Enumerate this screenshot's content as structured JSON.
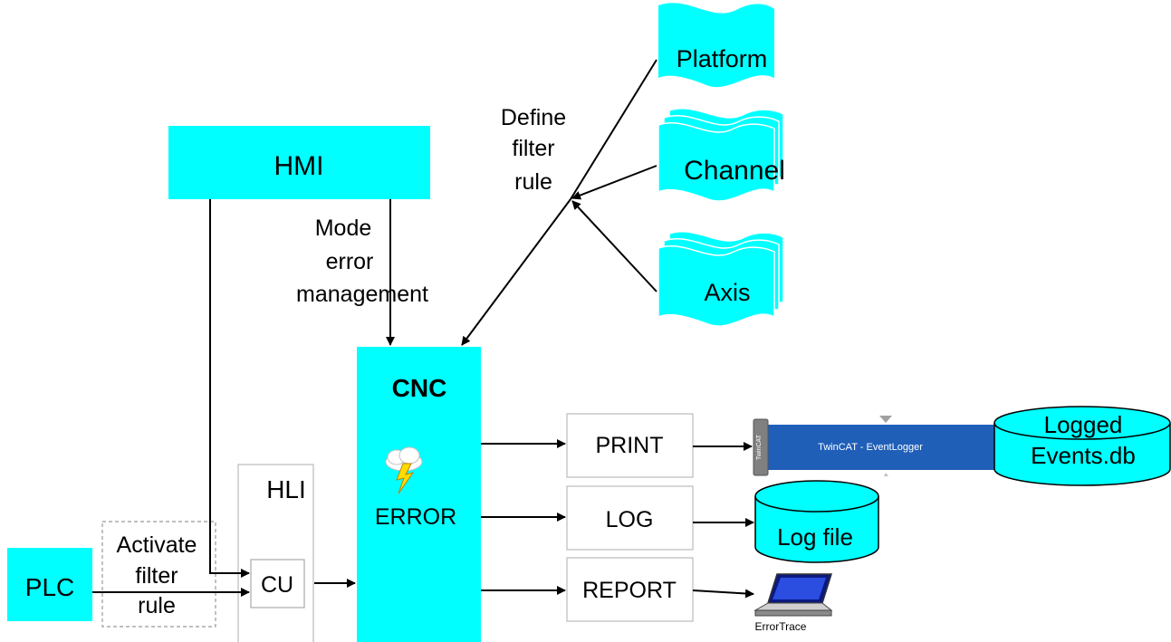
{
  "colors": {
    "cyan": "#00ffff",
    "bar_blue": "#1f5fb8",
    "stroke": "#000000",
    "box_gray": "#bfbfbf"
  },
  "nodes": {
    "hmi": "HMI",
    "plc": "PLC",
    "cnc": "CNC",
    "error": "ERROR",
    "hli": "HLI",
    "cu": "CU",
    "print": "PRINT",
    "log": "LOG",
    "report": "REPORT",
    "platform": "Platform",
    "channel": "Channel",
    "axis": "Axis",
    "log_file": "Log file",
    "logged_events_1": "Logged",
    "logged_events_2": "Events.db",
    "eventlogger": "TwinCAT - EventLogger",
    "eventlogger_side": "TwinCAT",
    "errortrace": "ErrorTrace"
  },
  "labels": {
    "define_filter_rule": [
      "Define",
      "filter",
      "rule"
    ],
    "mode_error_management": [
      "Mode",
      "error",
      "management"
    ],
    "activate_filter_rule": [
      "Activate",
      "filter",
      "rule"
    ]
  },
  "icons": {
    "error": "lightning-cloud-icon",
    "laptop": "laptop-icon"
  }
}
